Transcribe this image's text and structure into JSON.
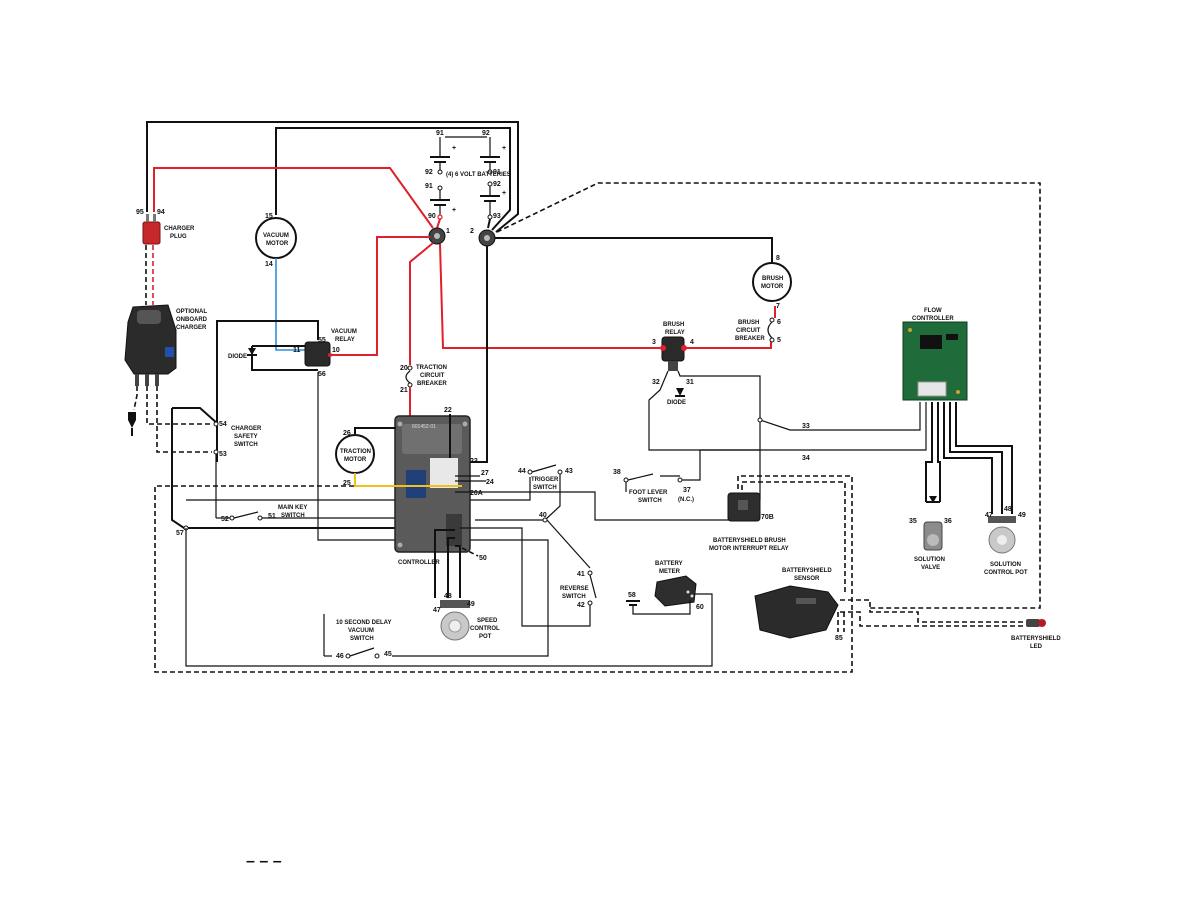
{
  "diagram": {
    "components": {
      "charger_plug": "CHARGER PLUG",
      "onboard_charger": "OPTIONAL ONBOARD CHARGER",
      "vacuum_motor": "VACUUM MOTOR",
      "vacuum_relay": "VACUUM RELAY",
      "diode_1": "DIODE",
      "batteries": "(4) 6 VOLT BATTERIES",
      "traction_breaker": "TRACTION CIRCUIT BREAKER",
      "traction_motor": "TRACTION MOTOR",
      "charger_safety_switch": "CHARGER SAFETY SWITCH",
      "main_key_switch": "MAIN KEY SWITCH",
      "controller": "CONTROLLER",
      "speed_control_pot": "SPEED CONTROL POT",
      "delay_vacuum_switch": "10 SECOND DELAY VACUUM SWITCH",
      "trigger_switch": "TRIGGER SWITCH",
      "reverse_switch": "REVERSE SWITCH",
      "foot_lever_switch": "FOOT LEVER SWITCH",
      "nc_label": "(N.C.)",
      "battery_meter": "BATTERY METER",
      "brush_relay": "BRUSH RELAY",
      "diode_2": "DIODE",
      "brush_motor": "BRUSH MOTOR",
      "brush_breaker": "BRUSH CIRCUIT BREAKER",
      "interrupt_relay": "BATTERYSHIELD BRUSH MOTOR INTERRUPT RELAY",
      "batteryshield_sensor": "BATTERYSHIELD SENSOR",
      "batteryshield_led": "BATTERYSHIELD LED",
      "flow_controller": "FLOW CONTROLLER",
      "solution_valve": "SOLUTION VALVE",
      "solution_pot": "SOLUTION CONTROL POT",
      "controller_part_no": "601452-01"
    },
    "wires": {
      "w1": "1",
      "w2": "2",
      "w5": "5",
      "w6": "6",
      "w7": "7",
      "w8": "8",
      "w10": "10",
      "w11": "11",
      "w14": "14",
      "w15": "15",
      "w20": "20",
      "w20a": "20A",
      "w21": "21",
      "w22": "22",
      "w23": "23",
      "w24": "24",
      "w25": "25",
      "w26": "26",
      "w27": "27",
      "w3": "3",
      "w4": "4",
      "w31": "31",
      "w32": "32",
      "w33": "33",
      "w34": "34",
      "w35": "35",
      "w36": "36",
      "w37": "37",
      "w38": "38",
      "w40": "40",
      "w41": "41",
      "w42": "42",
      "w43": "43",
      "w44": "44",
      "w45": "45",
      "w46": "46",
      "w47": "47",
      "w48": "48",
      "w49": "49",
      "w50": "50",
      "w47b": "47",
      "w48b": "48",
      "w49b": "49",
      "w51": "51",
      "w52": "52",
      "w53": "53",
      "w54": "54",
      "w55": "55",
      "w56": "56",
      "w57": "57",
      "w58": "58",
      "w60": "60",
      "w70b": "70B",
      "w85": "85",
      "w90": "90",
      "w91a": "91",
      "w91b": "91",
      "w91c": "91",
      "w92a": "92",
      "w92b": "92",
      "w92c": "92",
      "w93": "93",
      "w94": "94",
      "w95": "95"
    },
    "colors": {
      "power_wire": "#e0202a",
      "ground_wire": "#111111",
      "vacuum_wire": "#2f8fd8",
      "motor_wire": "#f2c01a"
    },
    "legend_dash": "– – –"
  }
}
